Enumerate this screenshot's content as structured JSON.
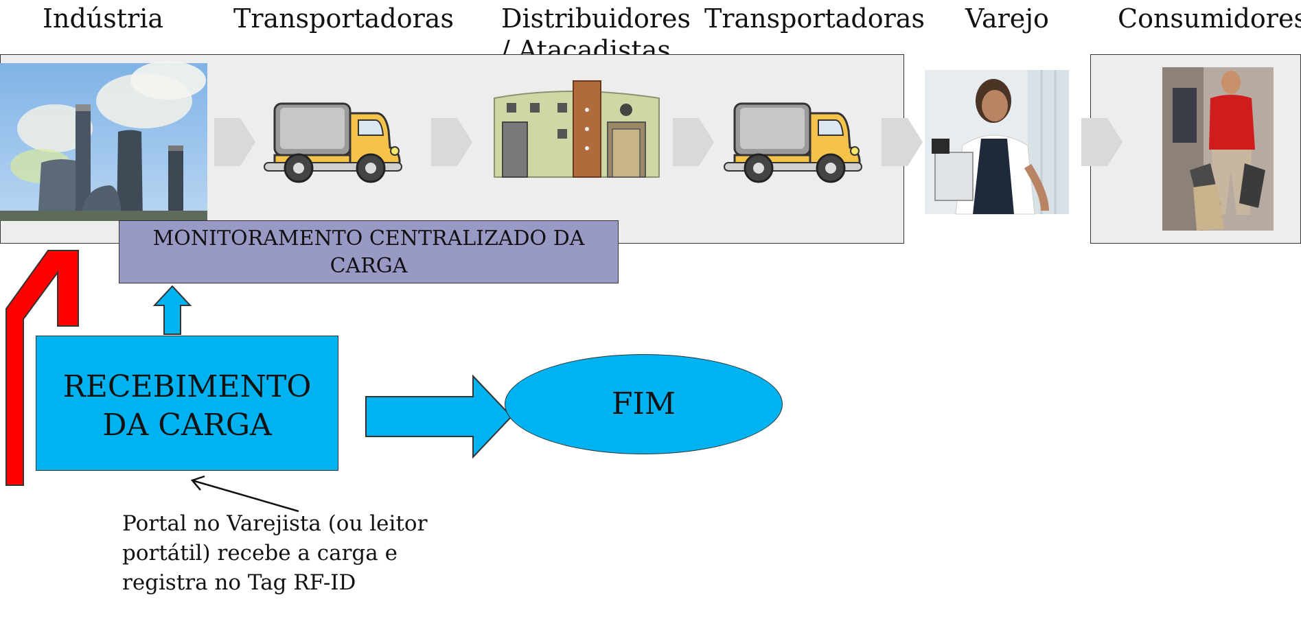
{
  "header": {
    "stages": [
      "Indústria",
      "Transportadoras",
      "Distribuidores / Atacadistas",
      "Transportadoras",
      "Varejo",
      "Consumidores"
    ]
  },
  "images": {
    "factory": "factory-smokestacks-image",
    "truck_1": "truck-icon",
    "warehouse": "warehouse-building-icon",
    "truck_2": "truck-icon",
    "retail": "retail-cashier-image",
    "consumer": "shopper-with-bags-image"
  },
  "diagram": {
    "monitor_label": "MONITORAMENTO CENTRALIZADO DA CARGA",
    "receive_label": "RECEBIMENTO DA CARGA",
    "end_label": "FIM",
    "note_text": "Portal no Varejista (ou leitor portátil) recebe a carga e registra no Tag RF-ID"
  },
  "colors": {
    "panel": "#ededed",
    "monitor_box": "#9899c4",
    "process_blue": "#00b2f0",
    "feedback_red": "#ff0000",
    "truck_yellow": "#f5c34a",
    "flow_arrow_gray": "#d9d9d9"
  }
}
